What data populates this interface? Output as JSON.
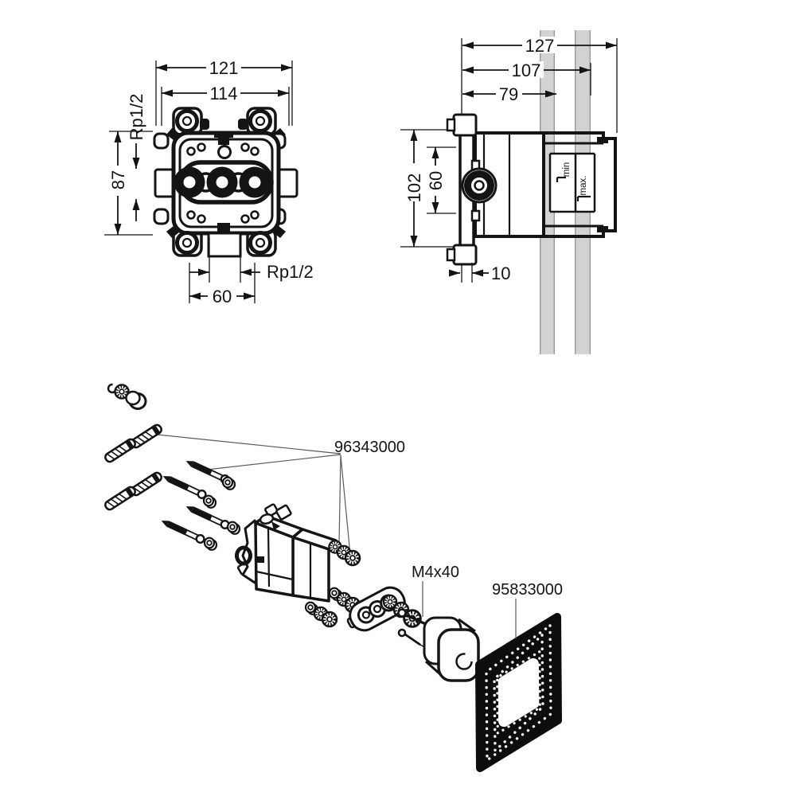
{
  "colors": {
    "background": "#ffffff",
    "line": "#141414",
    "wall_band": "#d3d3d3",
    "wall_band_edge": "#9a9a9a",
    "part_label_gray": "#8f8f8f"
  },
  "front_view": {
    "dim_width_outer": "121",
    "dim_width_inner": "114",
    "thread_top": "Rp1/2",
    "dim_height": "87",
    "thread_bottom": "Rp1/2",
    "dim_port_spacing": "60"
  },
  "side_view": {
    "dim_depth_total": "127",
    "dim_depth_housing": "107",
    "dim_depth_body": "79",
    "dim_height": "102",
    "dim_port_height": "60",
    "dim_flange_thickness": "10",
    "depth_min": "min",
    "depth_max": "max."
  },
  "exploded_view": {
    "part_number_fixing_set": "96343000",
    "screw_size": "M4x40",
    "part_number_seal": "95833000"
  }
}
